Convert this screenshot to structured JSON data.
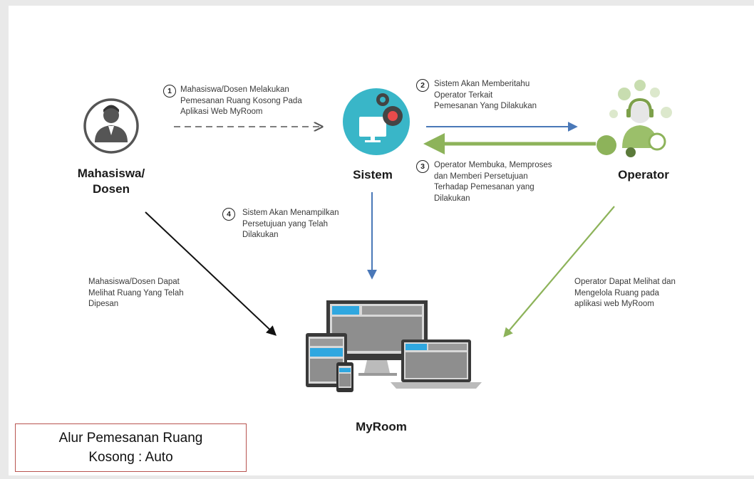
{
  "title": "Alur Pemesanan Ruang\nKosong : Auto",
  "actors": {
    "student": {
      "label": "Mahasiswa/\nDosen",
      "icon": "user-avatar-icon"
    },
    "system": {
      "label": "Sistem",
      "icon": "monitor-gears-icon"
    },
    "operator": {
      "label": "Operator",
      "icon": "operator-headset-icon"
    },
    "myroom": {
      "label": "MyRoom",
      "icon": "responsive-devices-icon"
    }
  },
  "steps": [
    {
      "number": "1",
      "text": "Mahasiswa/Dosen Melakukan\nPemesanan Ruang Kosong Pada\nAplikasi Web MyRoom"
    },
    {
      "number": "2",
      "text": "Sistem Akan Memberitahu\nOperator Terkait\nPemesanan Yang Dilakukan"
    },
    {
      "number": "3",
      "text": "Operator Membuka, Memproses\ndan Memberi Persetujuan\nTerhadap Pemesanan yang\nDilakukan"
    },
    {
      "number": "4",
      "text": "Sistem Akan Menampilkan\nPersetujuan yang Telah\nDilakukan"
    }
  ],
  "notes": {
    "student": "Mahasiswa/Dosen Dapat\nMelihat Ruang Yang Telah\nDipesan",
    "operator": "Operator Dapat Melihat dan\nMengelola Ruang pada\naplikasi web MyRoom"
  },
  "colors": {
    "blue_arrow": "#4a78b8",
    "green_arrow": "#8db35a",
    "black_arrow": "#111111",
    "dashed_arrow": "#555555",
    "system_circle": "#39b6c8",
    "title_border": "#b85450"
  }
}
